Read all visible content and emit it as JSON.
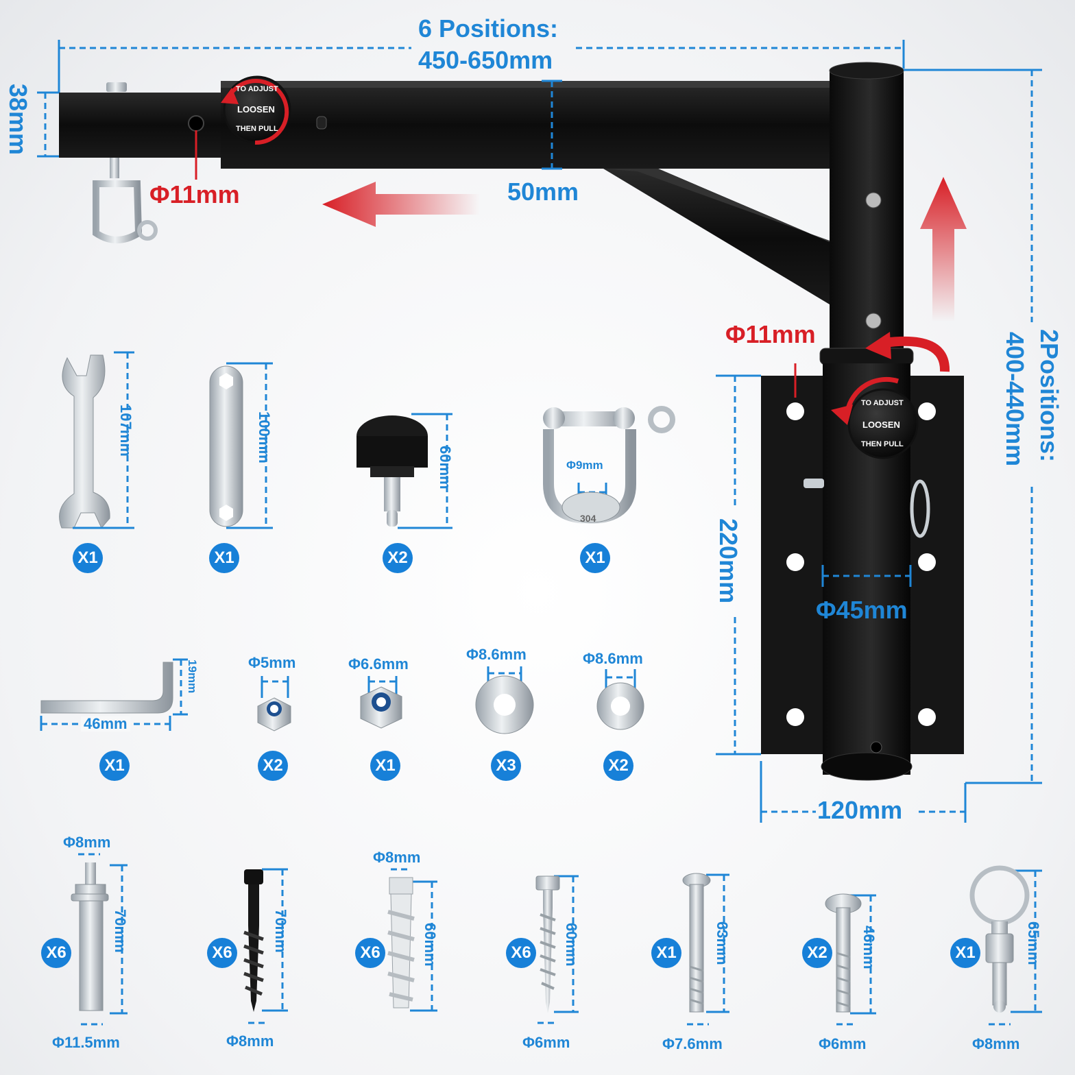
{
  "dimensions": {
    "arm_length": "6 Positions:\n450-650mm",
    "arm_length_line1": "6 Positions:",
    "arm_length_line2": "450-650mm",
    "arm_height": "38mm",
    "arm_width": "50mm",
    "shackle_hole": "Φ11mm",
    "post_hole": "Φ11mm",
    "post_height_line1": "2Positions:",
    "post_height_line2": "400-440mm",
    "plate_height": "220mm",
    "plate_width": "120mm",
    "post_diameter": "Φ45mm"
  },
  "knob": {
    "line1": "TO ADJUST",
    "center": "LOOSEN",
    "line2": "THEN PULL"
  },
  "parts_row1": [
    {
      "name": "open-end-wrench",
      "dim": "107mm",
      "qty": "X1"
    },
    {
      "name": "flat-wrench",
      "dim": "100mm",
      "qty": "X1"
    },
    {
      "name": "pull-knob",
      "dim": "60mm",
      "qty": "X2"
    },
    {
      "name": "swivel-shackle",
      "dim": "Φ9mm",
      "qty": "X1",
      "stamp": "304"
    }
  ],
  "parts_row2": [
    {
      "name": "hex-key",
      "dim_w": "46mm",
      "dim_h": "19mm",
      "qty": "X1"
    },
    {
      "name": "lock-nut-small",
      "dim": "Φ5mm",
      "qty": "X2"
    },
    {
      "name": "lock-nut-large",
      "dim": "Φ6.6mm",
      "qty": "X1"
    },
    {
      "name": "washer-a",
      "dim": "Φ8.6mm",
      "qty": "X3"
    },
    {
      "name": "washer-b",
      "dim": "Φ8.6mm",
      "qty": "X2"
    }
  ],
  "parts_row3": [
    {
      "name": "expansion-bolt",
      "top": "Φ8mm",
      "dim": "70mm",
      "bottom": "Φ11.5mm",
      "qty": "X6"
    },
    {
      "name": "lag-screw",
      "dim": "70mm",
      "bottom": "Φ8mm",
      "qty": "X6"
    },
    {
      "name": "wall-anchor",
      "top": "Φ8mm",
      "dim": "60mm",
      "qty": "X6"
    },
    {
      "name": "hex-screw",
      "dim": "60mm",
      "bottom": "Φ6mm",
      "qty": "X6"
    },
    {
      "name": "button-bolt",
      "dim": "63mm",
      "bottom": "Φ7.6mm",
      "qty": "X1"
    },
    {
      "name": "carriage-bolt",
      "dim": "46mm",
      "bottom": "Φ6mm",
      "qty": "X2"
    },
    {
      "name": "ring-pin",
      "dim": "65mm",
      "bottom": "Φ8mm",
      "qty": "X1"
    }
  ],
  "colors": {
    "blue": "#1f86d6",
    "red": "#d81f26",
    "badge": "#1780d8",
    "steel": "#111111"
  }
}
